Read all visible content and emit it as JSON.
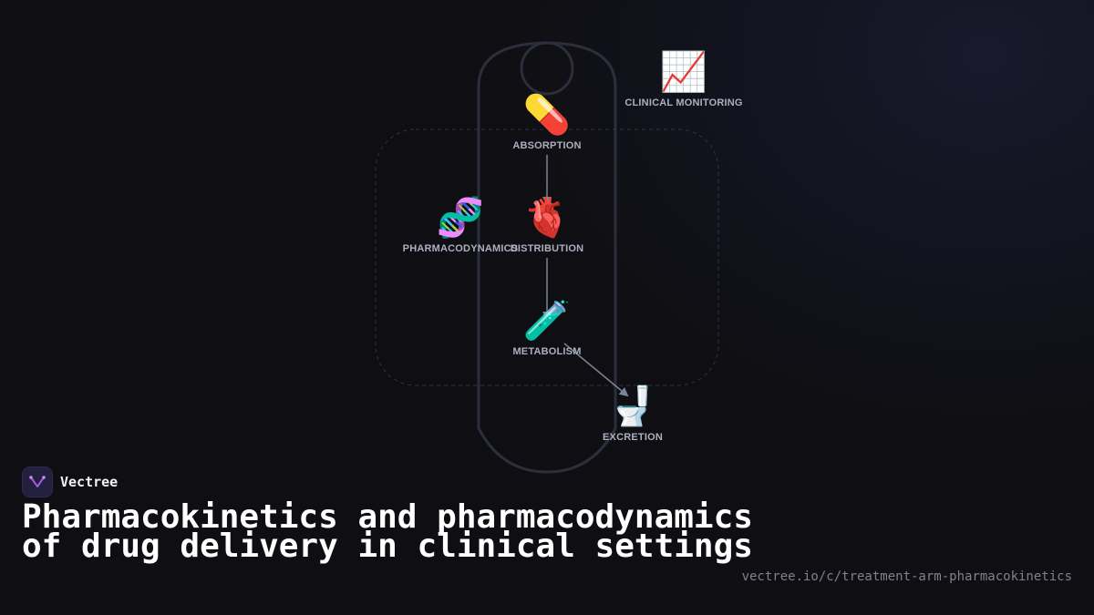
{
  "brand": {
    "name": "Vectree",
    "accent": "#a05ad8",
    "logo_bg": "#231f3f"
  },
  "title": "Pharmacokinetics and pharmacodynamics of drug delivery in clinical settings",
  "url": "vectree.io/c/treatment-arm-pharmacokinetics",
  "diagram": {
    "nodes": {
      "absorption": {
        "emoji": "💊",
        "label": "ABSORPTION"
      },
      "distribution": {
        "emoji": "🫀",
        "label": "DISTRIBUTION"
      },
      "metabolism": {
        "emoji": "🧪",
        "label": "METABOLISM"
      },
      "excretion": {
        "emoji": "🚽",
        "label": "EXCRETION"
      },
      "pharmacodynamics": {
        "emoji": "🧬",
        "label": "PHARMACODYNAMICS"
      },
      "clinical_monitoring": {
        "emoji": "📈",
        "label": "CLINICAL MONITORING"
      }
    },
    "edges": [
      {
        "from": "absorption",
        "to": "distribution"
      },
      {
        "from": "distribution",
        "to": "metabolism"
      },
      {
        "from": "metabolism",
        "to": "excretion"
      }
    ],
    "colors": {
      "edge": "#7a8497",
      "outline": "#2a2f3b",
      "dashed": "#2e3340",
      "label": "#aab0bf"
    }
  }
}
